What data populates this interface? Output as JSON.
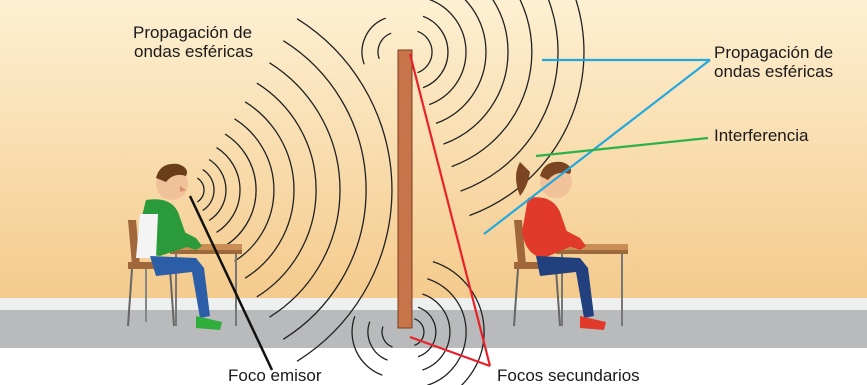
{
  "labels": {
    "left_top_line1": "Propagación de",
    "left_top_line2": "ondas esféricas",
    "right_top_line1": "Propagación de",
    "right_top_line2": "ondas esféricas",
    "interference": "Interferencia",
    "emitter": "Foco emisor",
    "secondary": "Focos secundarios"
  },
  "colors": {
    "wall_top": "#fdf0d2",
    "wall_bottom": "#f4c98a",
    "floor": "#b9babb",
    "partition": "#c8744a",
    "line_red": "#e8212a",
    "line_blue": "#23a8de",
    "line_green": "#2db24a",
    "wave": "#222222"
  }
}
